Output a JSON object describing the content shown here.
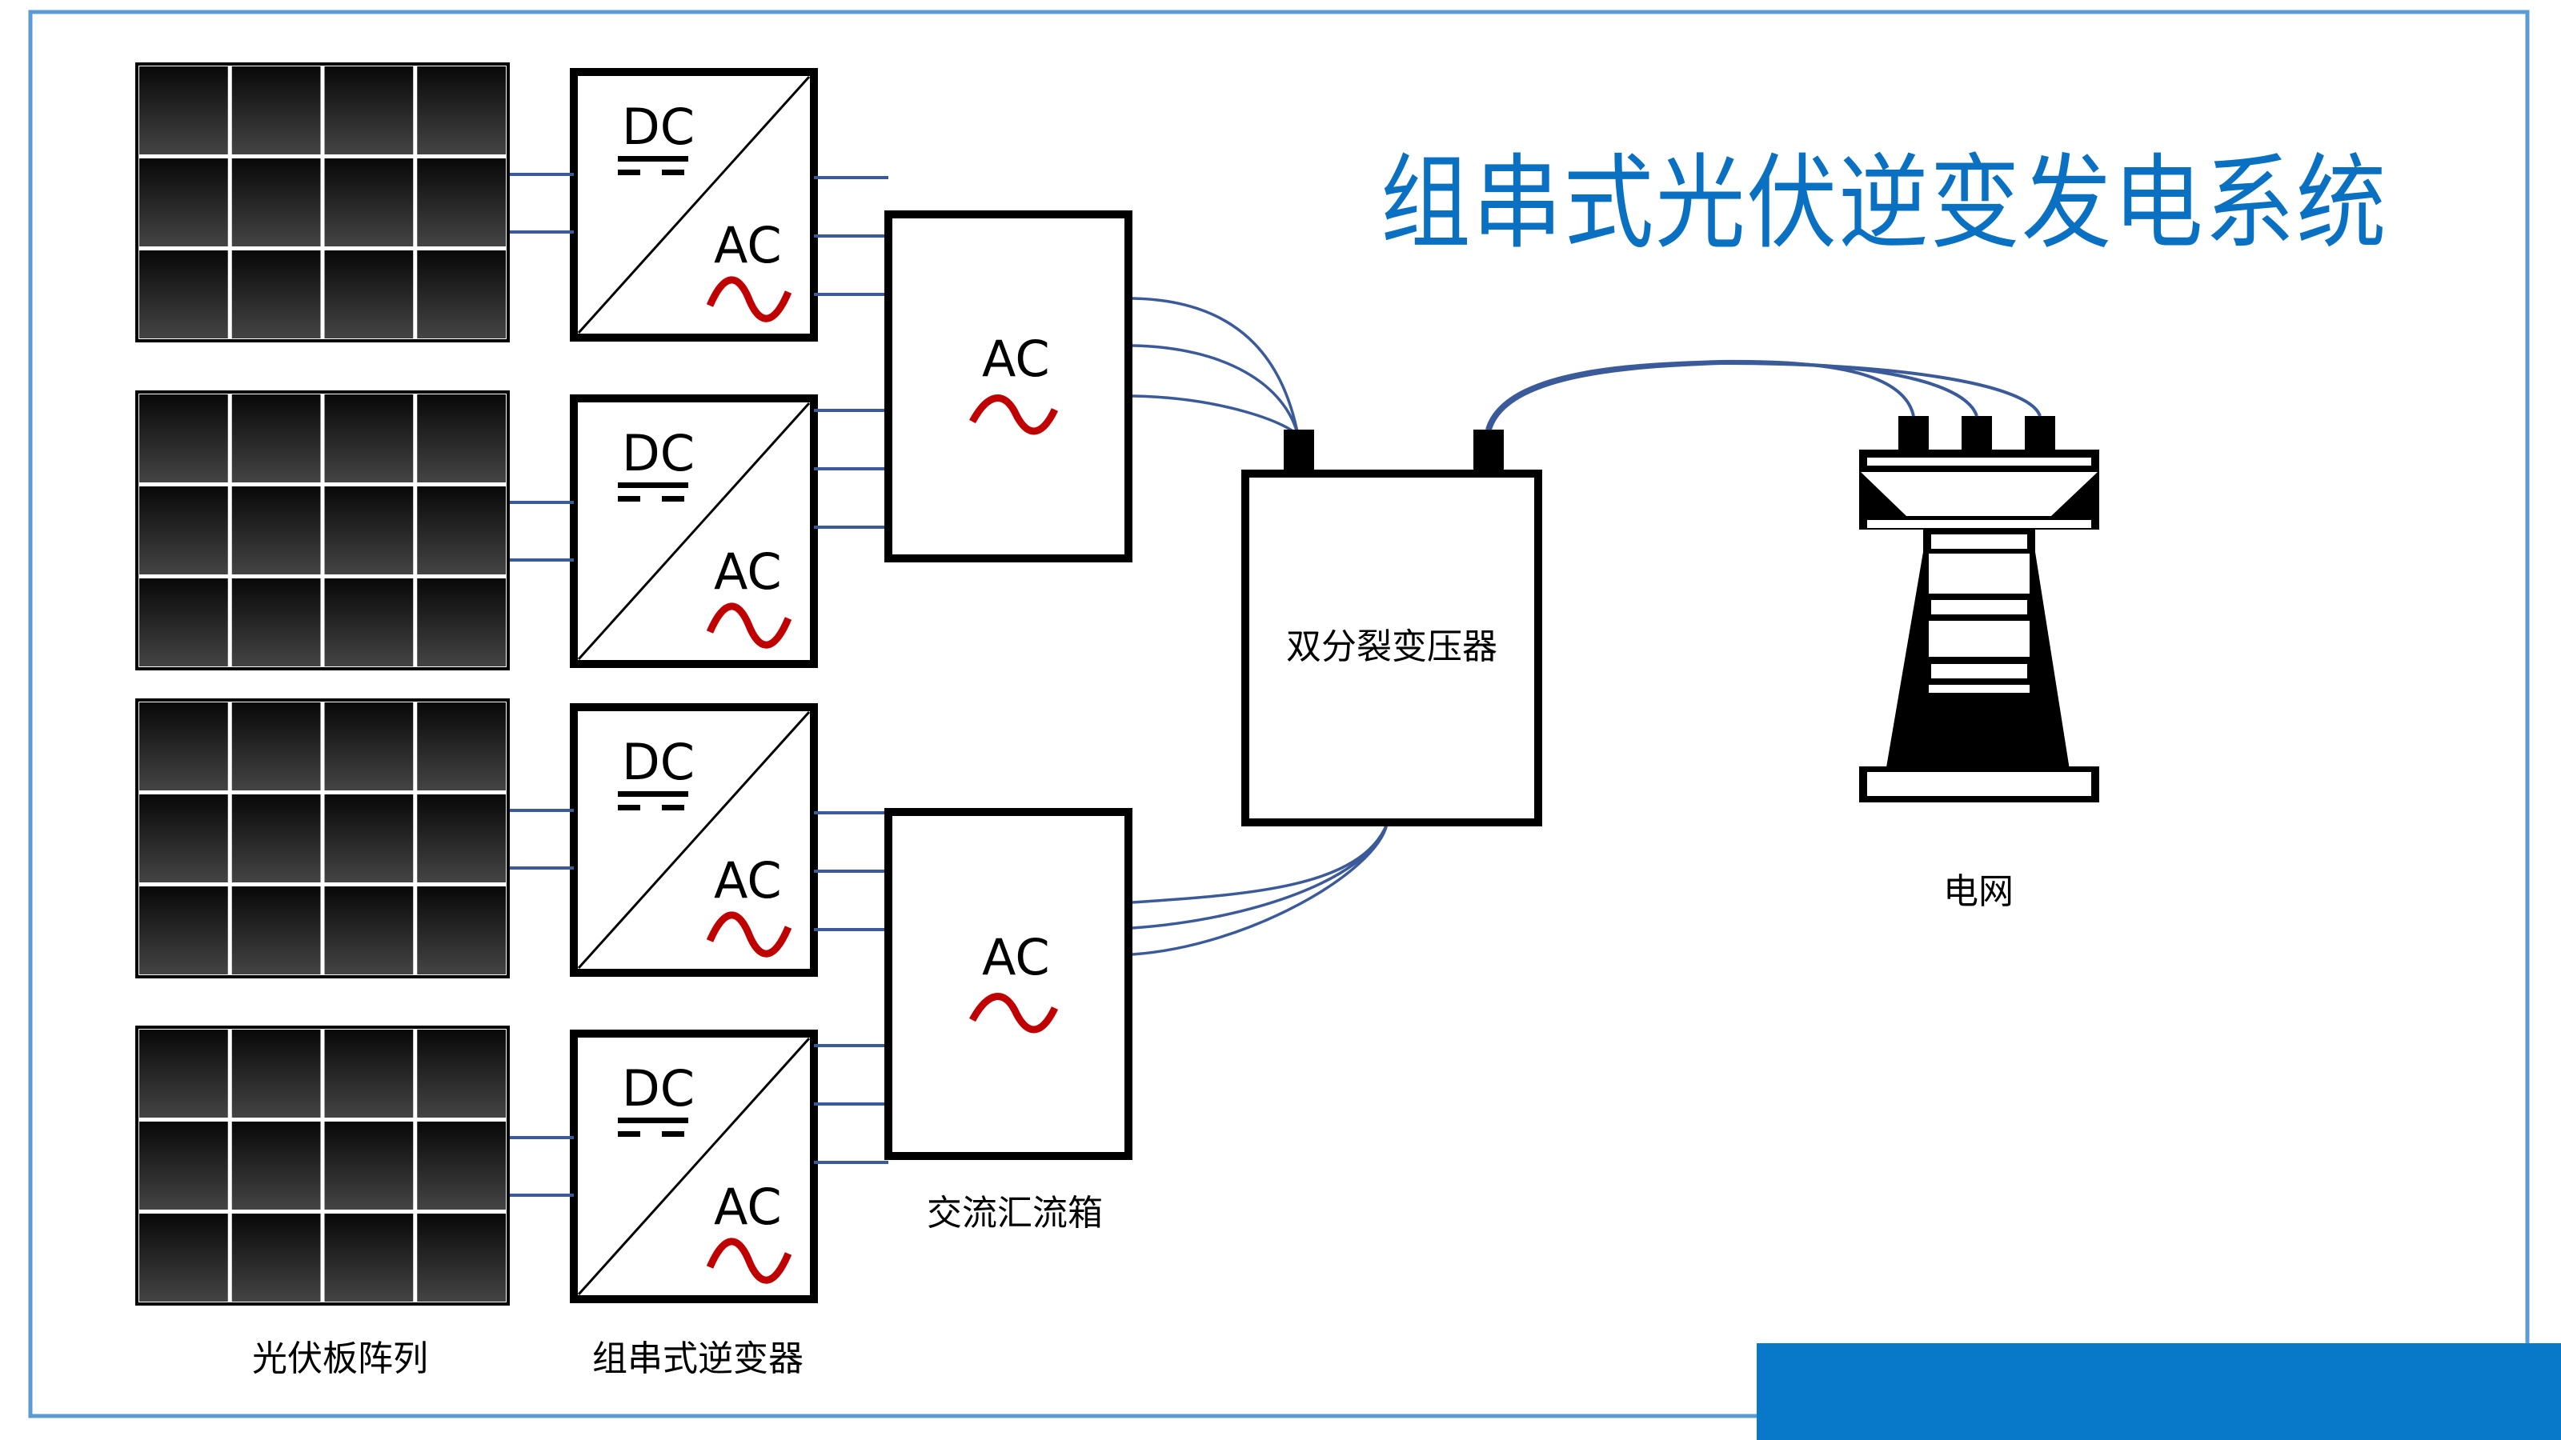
{
  "title": "组串式光伏逆变发电系统",
  "colors": {
    "title": "#0A70C2",
    "frame": "#5B9BD5",
    "wire": "#3A5A9A",
    "ac_wave": "#C00000",
    "accent_bar": "#0879C9",
    "device_stroke": "#000000"
  },
  "labels": {
    "pv_array": "光伏板阵列",
    "string_inverter": "组串式逆变器",
    "ac_combiner": "交流汇流箱",
    "transformer": "双分裂变压器",
    "grid": "电网"
  },
  "inverter": {
    "dc_text": "DC",
    "ac_text": "AC"
  },
  "combiner": {
    "ac_text": "AC"
  },
  "rows": [
    {
      "panel_name": "pv-panel-1",
      "inverter_name": "string-inverter-1"
    },
    {
      "panel_name": "pv-panel-2",
      "inverter_name": "string-inverter-2"
    },
    {
      "panel_name": "pv-panel-3",
      "inverter_name": "string-inverter-3"
    },
    {
      "panel_name": "pv-panel-4",
      "inverter_name": "string-inverter-4"
    }
  ],
  "panel_grid": {
    "rows": 3,
    "cols": 4
  }
}
